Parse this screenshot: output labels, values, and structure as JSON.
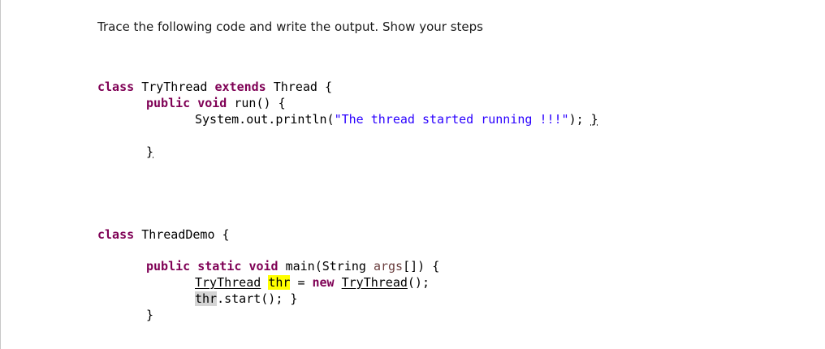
{
  "prompt": "Trace the following code and write the output. Show your steps",
  "code": {
    "l1": {
      "kw_class": "class",
      "name": "TryThread",
      "kw_extends": "extends",
      "parent": "Thread",
      "brace": "{"
    },
    "l2": {
      "kw_public": "public",
      "kw_void": "void",
      "method": "run()",
      "brace": "{"
    },
    "l3": {
      "call": "System.out.println(",
      "string": "\"The thread started running !!!\"",
      "end": ");",
      "brace": "}"
    },
    "l4": {
      "brace": "}"
    },
    "l5": {
      "kw_class": "class",
      "name": "ThreadDemo",
      "brace": "{"
    },
    "l6": {
      "kw_public": "public",
      "kw_static": "static",
      "kw_void": "void",
      "method": "main(String",
      "param": "args",
      "rest": "[]) {"
    },
    "l7": {
      "type": "TryThread",
      "var": "thr",
      "eq": "=",
      "kw_new": "new",
      "ctor": "TryThread",
      "end": "();"
    },
    "l8": {
      "var": "thr",
      "call": ".start();",
      "brace": "}"
    },
    "l9": {
      "brace": "}"
    }
  }
}
